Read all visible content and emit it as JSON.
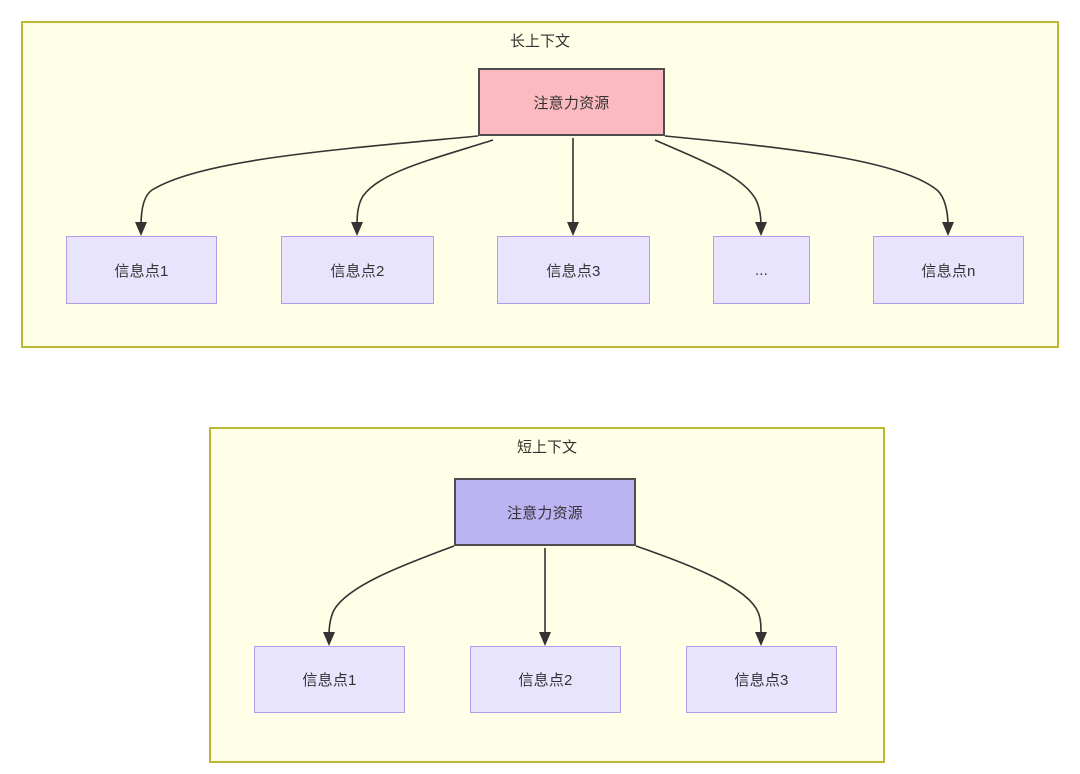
{
  "diagram": {
    "title_long": "长上下文",
    "title_short": "短上下文",
    "colors": {
      "group_fill": "#fffee6",
      "group_border": "#bdb832",
      "attention_long_fill": "#fbb9c0",
      "attention_short_fill": "#bbb3f2",
      "node_border": "#4d4d4d",
      "info_fill": "#e8e4fd",
      "info_border": "#b49de8",
      "edge": "#333333",
      "text": "#333333"
    },
    "long_context": {
      "title": "长上下文",
      "attention_node": {
        "label": "注意力资源"
      },
      "info_nodes": [
        {
          "label": "信息点1"
        },
        {
          "label": "信息点2"
        },
        {
          "label": "信息点3"
        },
        {
          "label": "..."
        },
        {
          "label": "信息点n"
        }
      ]
    },
    "short_context": {
      "title": "短上下文",
      "attention_node": {
        "label": "注意力资源"
      },
      "info_nodes": [
        {
          "label": "信息点1"
        },
        {
          "label": "信息点2"
        },
        {
          "label": "信息点3"
        }
      ]
    }
  }
}
